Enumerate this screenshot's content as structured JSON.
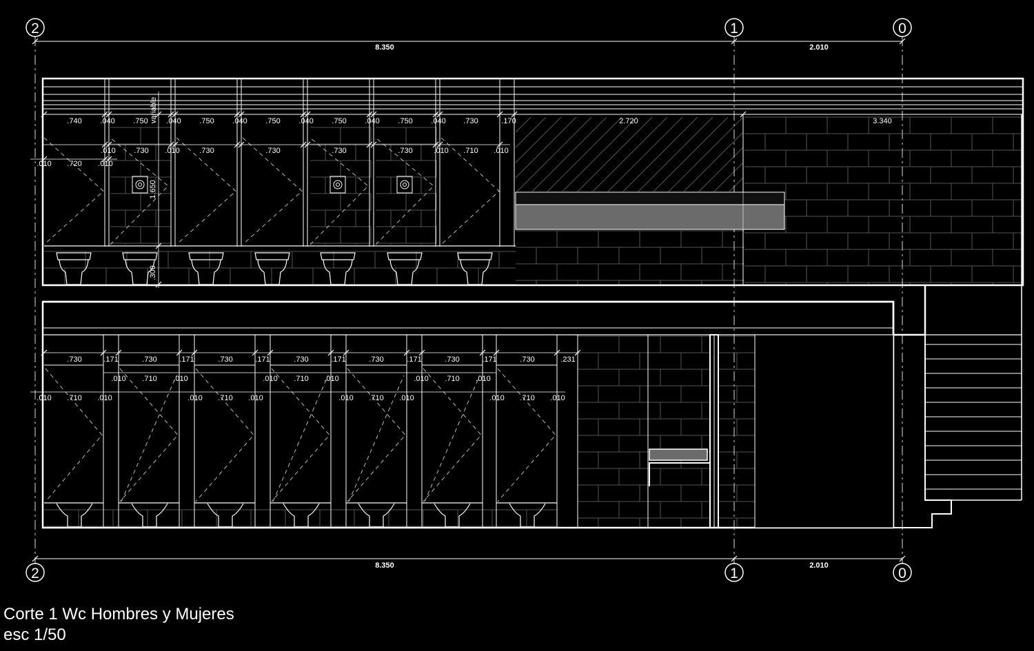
{
  "caption": {
    "title": "Corte 1 Wc Hombres y Mujeres",
    "scale": "esc 1/50"
  },
  "grid_axes": [
    "2",
    "1",
    "0"
  ],
  "overall_dims": [
    "8.350",
    "2.010"
  ],
  "upper_section": {
    "top_dims": [
      ".740",
      ".040",
      ".750",
      ".040",
      ".750",
      ".040",
      ".750",
      ".040",
      ".750",
      ".040",
      ".750",
      ".040",
      ".730",
      ".170",
      "2.720",
      "3.340"
    ],
    "door_dims": [
      ".010",
      ".730",
      ".010",
      ".730",
      ".730",
      ".730",
      ".730",
      ".010",
      ".710",
      ".010"
    ],
    "side_dims": [
      ".010",
      ".720",
      ".010"
    ],
    "vertical_dims": [
      "variable",
      "1.650",
      ".300"
    ]
  },
  "lower_section": {
    "top_dims": [
      ".730",
      ".171",
      ".730",
      ".171",
      ".730",
      ".171",
      ".730",
      ".171",
      ".730",
      ".171",
      ".730",
      ".171",
      ".730",
      ".231"
    ],
    "door_dims": [
      ".010",
      ".710",
      ".010"
    ],
    "side_dims": [
      ".010",
      ".710",
      ".010"
    ]
  },
  "colors": {
    "background": "#000000",
    "lines": "#ffffff",
    "hatch": "#555555",
    "fill_gray": "#6b6b6b"
  }
}
